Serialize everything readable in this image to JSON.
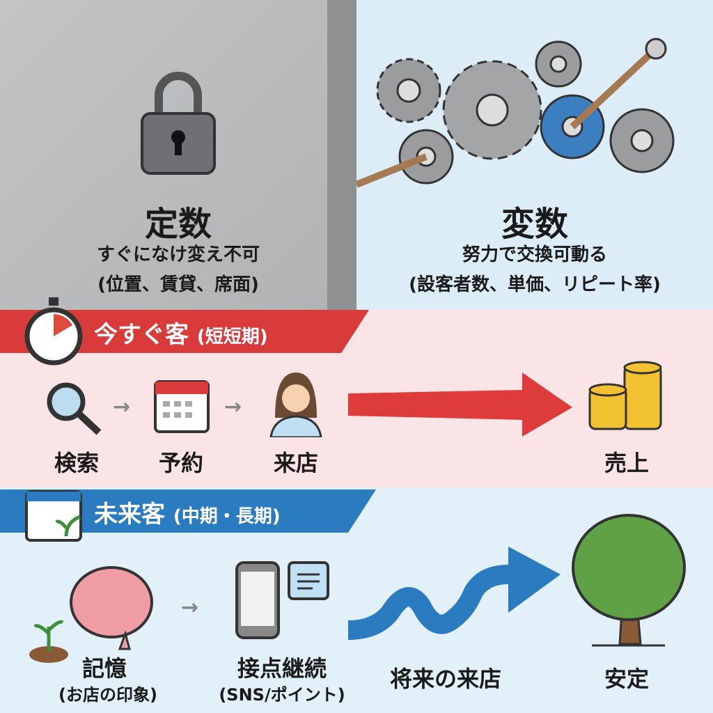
{
  "constant": {
    "title": "定数",
    "desc": "すぐになけ変え不可",
    "examples": "(位置、賃貸、席面)"
  },
  "variable": {
    "title": "変数",
    "desc": "努力で交換可動る",
    "examples": "(設客者数、単価、リピート率)"
  },
  "short_term": {
    "banner": "今すぐ客",
    "period": "(短短期)",
    "steps": [
      "検索",
      "予約",
      "来店"
    ],
    "result": "売上"
  },
  "long_term": {
    "banner": "未来客",
    "period": "(中期・長期)",
    "steps": [
      {
        "label": "記憶",
        "sub": "(お店の印象)"
      },
      {
        "label": "接点継続",
        "sub": "(SNS/ポイント)"
      }
    ],
    "path": "将来の来店",
    "result": "安定"
  },
  "colors": {
    "red": "#d93a3a",
    "blue": "#2a7bbf",
    "concrete": "#b8b9ba"
  }
}
